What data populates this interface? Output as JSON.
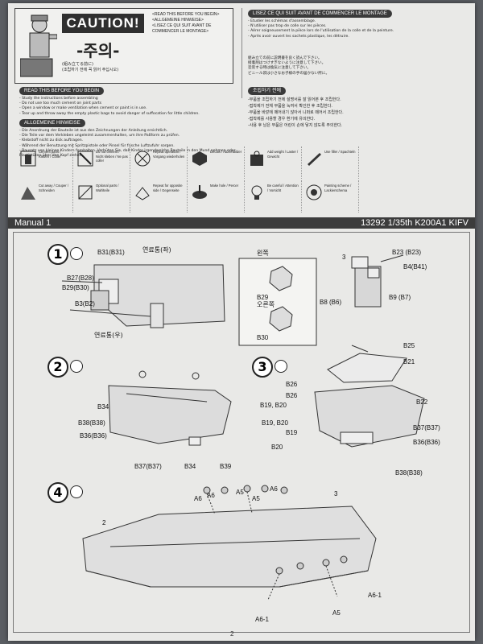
{
  "caution": {
    "title": "CAUTION!",
    "korean": "-주의-",
    "lines": [
      "<READ THIS BEFORE YOU BEGIN>",
      "<ALLGEMEINE HINWEISE>",
      "<LISEZ CE QUI SUIT AVANT DE",
      "COMMENCER LE MONTAGE>"
    ],
    "korean_sub": "(조립하기 전에 꼭 읽어 주십시오)",
    "jp_sub": "(組み立てる前に)"
  },
  "sections": {
    "read_before": "READ THIS BEFORE YOU BEGIN",
    "allgemeine": "ALLGEMEINE HINWEISE",
    "lisez": "LISEZ CE QUI SUIT AVANT DE COMMENCER LE MONTAGE",
    "korean_head": "조립하기 전에"
  },
  "english_text": [
    "- Study the instructions before assembling",
    "- Do not use too much cement on joint parts",
    "- Open a window or make ventilation when cement or paint is in use.",
    "- Tear up and throw away the empty plastic bags to avoid danger of suffocation for little children."
  ],
  "german_text": [
    "- Die Anordnung der Bauteile ist aus den Zeichnungen der Anleitung ersichtlich.",
    "- Die Teile vor dem Verkleben ungeleimt zusammenhalten, um ihre Paßform zu prüfen.",
    "- Klebstoff nicht zu dick auftragen.",
    "- Während der Benutzung mit Spritzpistole oder Pinsel für frische Luftzufuhr sorgen.",
    "- Bausatz von kleinen Kindern fernhalten. Verhüten Sie, daß Kinder irgendwelche Bauteile in den Mund nehmen oder Plastiktüten über den Kopf ziehen."
  ],
  "french_text": [
    "- Etudier les schémas d'assemblage.",
    "- N'utiliser pas trop de colle sur les pièces.",
    "- Aérer soigneusement la pièce lors de l'utilisation de la colle et de la peinture.",
    "- Après avoir ouvert les sachets plastique, les détruire."
  ],
  "japanese_text": [
    "組み立ての前に説明書を良く読んで下さい。",
    "接着剤はつけすぎないように注意して下さい。",
    "塗装する時は換気に注意して下さい。",
    "ビニール袋は小さなお子様の手の届かない所に。"
  ],
  "korean_text": [
    "-부품을 조립하기 전에 설명서를 잘 읽어본 후 조립한다.",
    "-접착제가 전체 부품을 녹여서 확인한 후 조립한다.",
    "-부품을 바깥에 떼어내기 않아서 니퍼로 떼어서 조립한다.",
    "-접착제를 사용할 경우 환기에 유의한다.",
    "-사용 후 남은 부품은 어린이 손에 닿지 않도록 주의한다."
  ],
  "icons": [
    {
      "name": "cement-icon",
      "label": "Cement parts / Kleben / Coller"
    },
    {
      "name": "no-cement-icon",
      "label": "Do not cement / Nicht kleben / Ne pas coller"
    },
    {
      "name": "make-2-icon",
      "label": "Repeat operation / Vorgang wiederholen"
    },
    {
      "name": "decal-icon",
      "label": "Decals / Abziehbilder"
    },
    {
      "name": "weight-icon",
      "label": "Add weight / Laster / Gewicht"
    },
    {
      "name": "use-filler-icon",
      "label": "Use filler / Spachteln"
    },
    {
      "name": "cut-icon",
      "label": "Cut away / Couper / Schneiden"
    },
    {
      "name": "optional-icon",
      "label": "Optional parts / Wahlteile"
    },
    {
      "name": "repeat-icon",
      "label": "Repeat for opposite side / Gegenseite"
    },
    {
      "name": "drill-icon",
      "label": "Make hole / Percer"
    },
    {
      "name": "careful-icon",
      "label": "Be careful / Attention / Vorsicht"
    },
    {
      "name": "painting-icon",
      "label": "Painting scheme / Lackierschema"
    }
  ],
  "manual": {
    "left": "Manual 1",
    "right": "13292  1/35th  K200A1 KIFV"
  },
  "steps": {
    "s1": {
      "num": "1",
      "labels": [
        "B31(B31)",
        "연료통(좌)",
        "B27(B28)",
        "B29(B30)",
        "B3(B2)",
        "연료통(우)"
      ]
    },
    "left_view": {
      "title": "왼쪽",
      "part": "B29"
    },
    "right_view": {
      "title": "오른쪽",
      "part": "B30"
    },
    "s1r": {
      "labels": [
        "B23 (B23)",
        "B4(B41)",
        "B8 (B6)",
        "B9 (B7)",
        "3"
      ]
    },
    "s2": {
      "num": "2",
      "labels": [
        "B34",
        "B38(B38)",
        "B36(B36)",
        "B37(B37)",
        "B34",
        "B39"
      ]
    },
    "s3": {
      "num": "3",
      "labels": [
        "B25",
        "B21",
        "B26",
        "B26",
        "B19, B20",
        "B22",
        "B19, B20",
        "B19",
        "B37(B37)",
        "B20",
        "B36(B36)",
        "B38(B38)"
      ]
    },
    "s4": {
      "num": "4",
      "labels": [
        "A6",
        "A6",
        "A5",
        "A5",
        "A6",
        "2",
        "3",
        "A6-1",
        "A6-1",
        "A5"
      ]
    }
  },
  "page_number": "2"
}
